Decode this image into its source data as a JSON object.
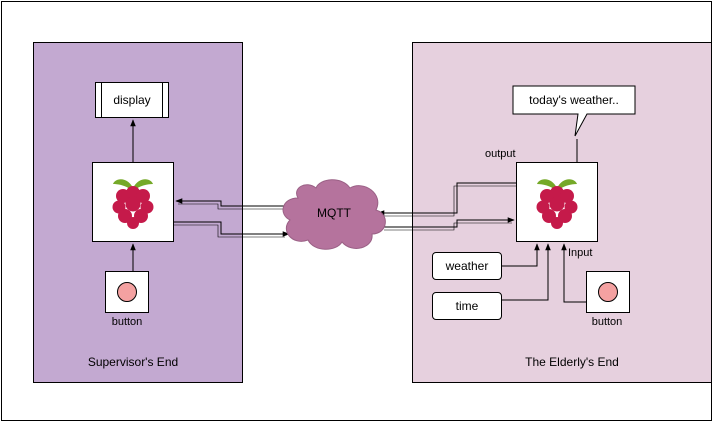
{
  "supervisor": {
    "caption": "Supervisor's End",
    "display_label": "display",
    "button_label": "button"
  },
  "elderly": {
    "caption": "The Elderly's End",
    "callout_text": "today's weather..",
    "output_label": "output",
    "input_label": "Input",
    "weather_label": "weather",
    "time_label": "time",
    "button_label": "button"
  },
  "broker": {
    "label": "MQTT"
  },
  "colors": {
    "supervisor_panel": "#c3a9d1",
    "elderly_panel": "#e6d0de",
    "cloud": "#b5739d",
    "button_dot": "#f4a1a1",
    "raspberry_body": "#c51a4a",
    "raspberry_leaf": "#75a928"
  },
  "icons": {
    "device": "raspberry-pi-icon",
    "button": "push-button-icon",
    "broker": "cloud-icon"
  }
}
